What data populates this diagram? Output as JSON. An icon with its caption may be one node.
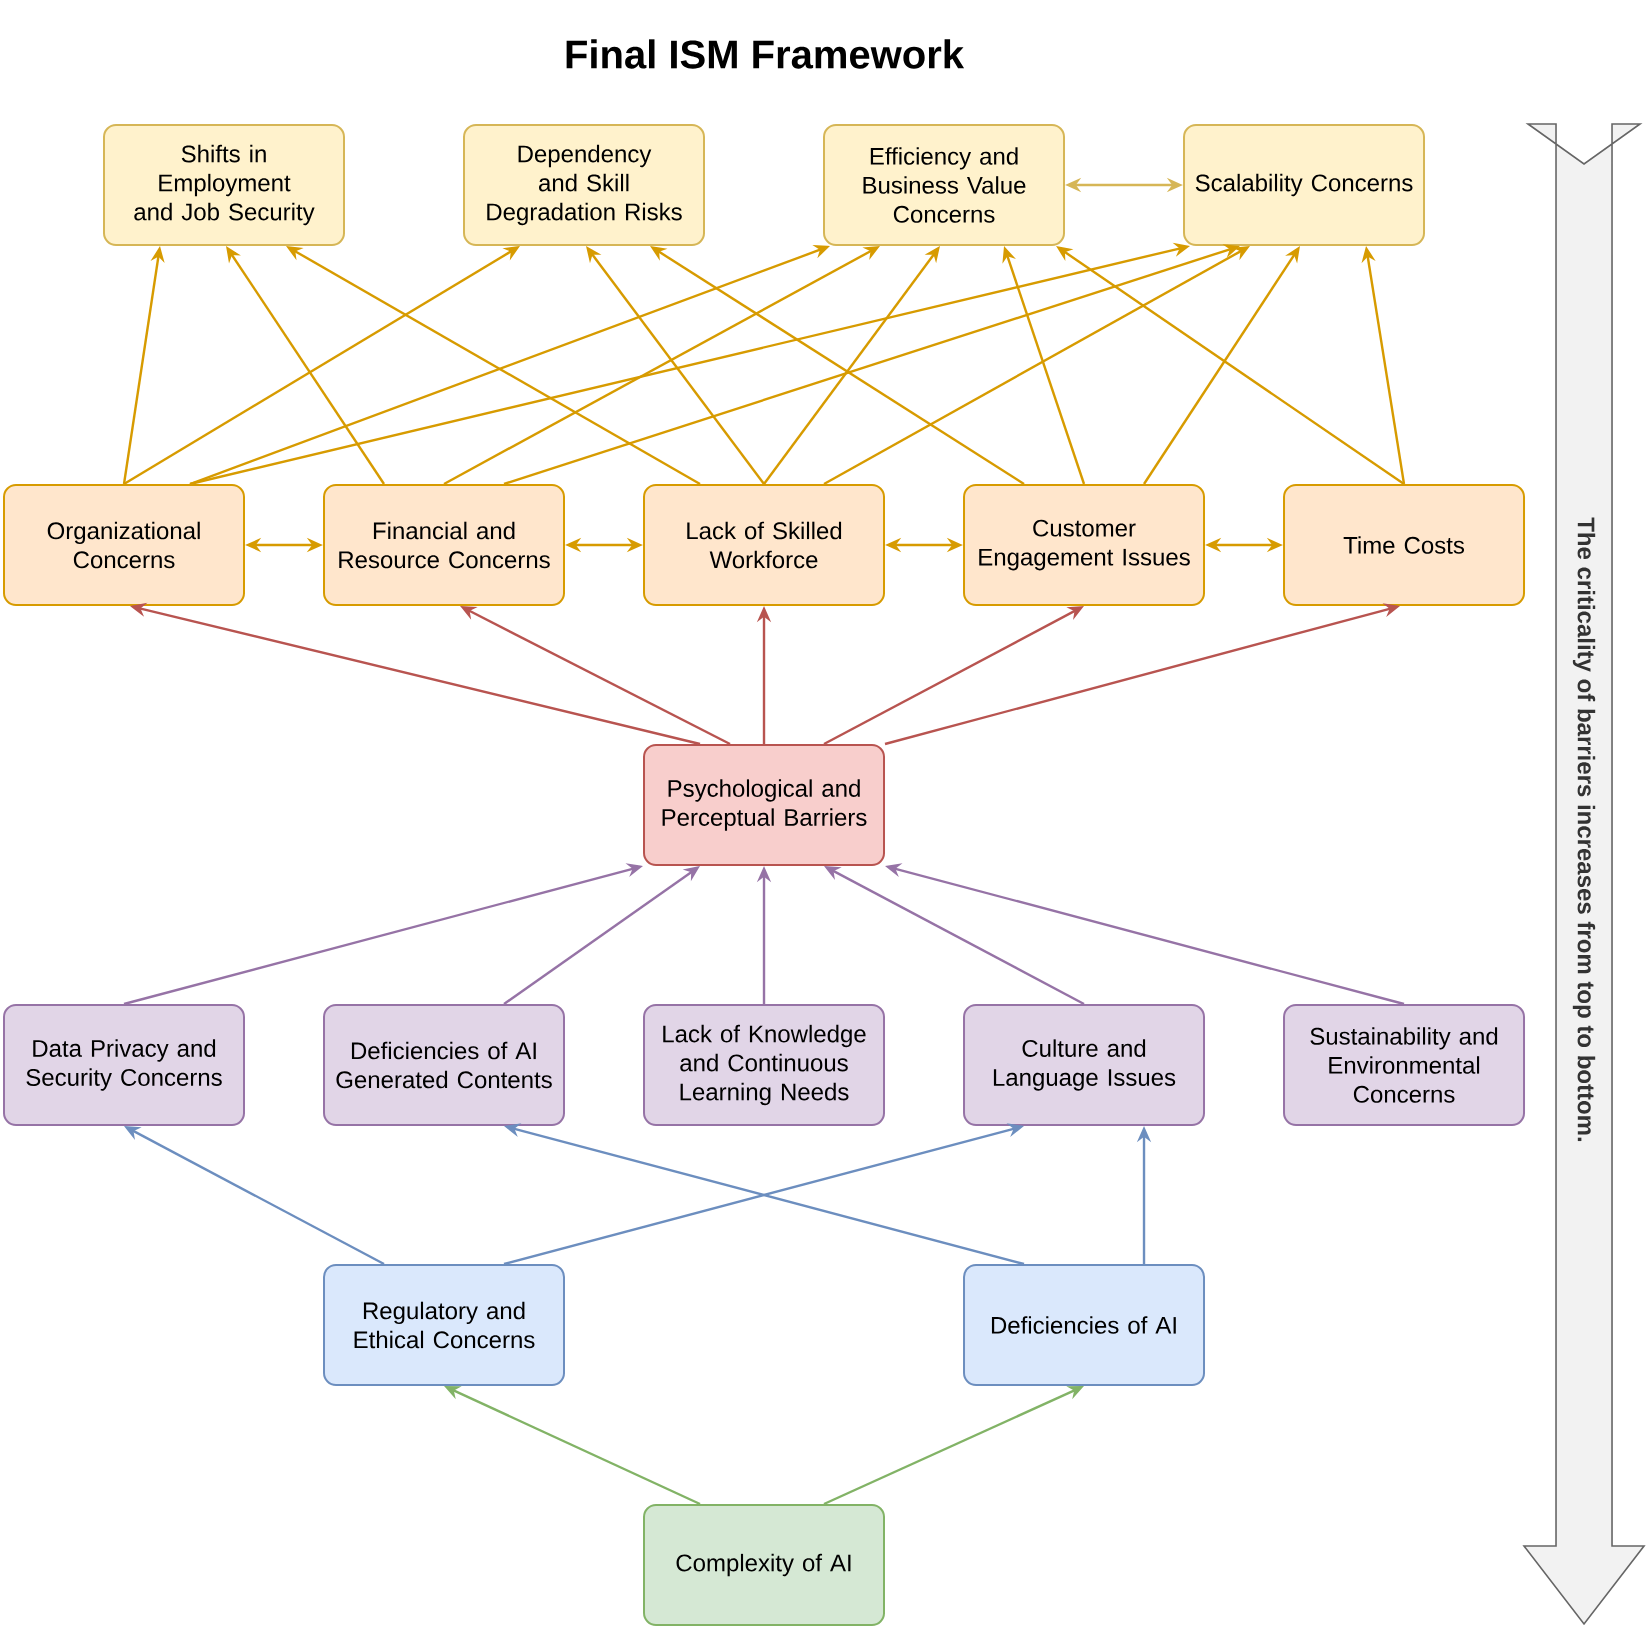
{
  "diagram": {
    "title": "Final ISM Framework",
    "nodes": [
      {
        "text": [
          "Shifts in Employment and Job Security"
        ]
      },
      {
        "text": [
          "Dependency and Skill Degradation Risks"
        ]
      },
      {
        "text": [
          "Efficiency and Business Value Concerns"
        ]
      },
      {
        "text": [
          "Scalability Concerns"
        ]
      },
      {
        "text": [
          "Organizational Concerns"
        ]
      },
      {
        "text": [
          "Financial and Resource Concerns"
        ]
      },
      {
        "text": [
          "Lack of Skilled Workforce"
        ]
      },
      {
        "text": [
          "Customer Engagement Issues"
        ]
      },
      {
        "text": [
          "Time Costs"
        ]
      },
      {
        "text": [
          "Psychological and Perceptual Barriers"
        ]
      },
      {
        "text": [
          "Data Privacy and Security Concerns"
        ]
      },
      {
        "text": [
          "Deficiencies of AI Generated Contents"
        ]
      },
      {
        "text": [
          "Lack of Knowledge and Continuous Learning Needs"
        ]
      },
      {
        "text": [
          "Culture and Language Issues"
        ]
      },
      {
        "text": [
          "Sustainability and Environmental Concerns"
        ]
      },
      {
        "text": [
          "Regulatory and Ethical Concerns"
        ]
      },
      {
        "text": [
          "Deficiencies of AI"
        ]
      },
      {
        "text": [
          "Complexity of AI"
        ]
      }
    ],
    "edges": [
      {
        "from": 4,
        "to": 0,
        "arrow": "to"
      },
      {
        "from": 4,
        "to": 1,
        "arrow": "to"
      },
      {
        "from": 4,
        "to": 2,
        "arrow": "to"
      },
      {
        "from": 4,
        "to": 3,
        "arrow": "to"
      },
      {
        "from": 5,
        "to": 0,
        "arrow": "to"
      },
      {
        "from": 5,
        "to": 2,
        "arrow": "to"
      },
      {
        "from": 5,
        "to": 3,
        "arrow": "to"
      },
      {
        "from": 6,
        "to": 0,
        "arrow": "to"
      },
      {
        "from": 6,
        "to": 1,
        "arrow": "to"
      },
      {
        "from": 6,
        "to": 2,
        "arrow": "to"
      },
      {
        "from": 6,
        "to": 3,
        "arrow": "to"
      },
      {
        "from": 7,
        "to": 1,
        "arrow": "to"
      },
      {
        "from": 7,
        "to": 2,
        "arrow": "to"
      },
      {
        "from": 7,
        "to": 3,
        "arrow": "to"
      },
      {
        "from": 8,
        "to": 2,
        "arrow": "to"
      },
      {
        "from": 8,
        "to": 3,
        "arrow": "to"
      },
      {
        "from": 2,
        "to": 3,
        "arrow": "both",
        "color": "#d6b656"
      },
      {
        "from": 4,
        "to": 5,
        "arrow": "both"
      },
      {
        "from": 5,
        "to": 6,
        "arrow": "both"
      },
      {
        "from": 6,
        "to": 7,
        "arrow": "both"
      },
      {
        "from": 7,
        "to": 8,
        "arrow": "both"
      },
      {
        "from": 9,
        "to": 4,
        "arrow": "to",
        "color": "#b85450"
      },
      {
        "from": 9,
        "to": 5,
        "arrow": "to",
        "color": "#b85450"
      },
      {
        "from": 9,
        "to": 6,
        "arrow": "to",
        "color": "#b85450"
      },
      {
        "from": 9,
        "to": 7,
        "arrow": "to",
        "color": "#b85450"
      },
      {
        "from": 9,
        "to": 8,
        "arrow": "to",
        "color": "#b85450"
      },
      {
        "from": 10,
        "to": 9,
        "arrow": "to",
        "color": "#9673a6"
      },
      {
        "from": 11,
        "to": 9,
        "arrow": "to",
        "color": "#9673a6"
      },
      {
        "from": 12,
        "to": 9,
        "arrow": "to",
        "color": "#9673a6"
      },
      {
        "from": 13,
        "to": 9,
        "arrow": "to",
        "color": "#9673a6"
      },
      {
        "from": 14,
        "to": 9,
        "arrow": "to",
        "color": "#9673a6"
      },
      {
        "from": 15,
        "to": 10,
        "arrow": "to",
        "color": "#6c8ebf"
      },
      {
        "from": 15,
        "to": 13,
        "arrow": "to",
        "color": "#6c8ebf"
      },
      {
        "from": 16,
        "to": 11,
        "arrow": "to",
        "color": "#6c8ebf"
      },
      {
        "from": 16,
        "to": 13,
        "arrow": "to",
        "color": "#6c8ebf"
      },
      {
        "from": 17,
        "to": 15,
        "arrow": "to",
        "color": "#82b366"
      },
      {
        "from": 17,
        "to": 16,
        "arrow": "to",
        "color": "#82b366"
      }
    ],
    "labels": [
      "The criticality of barriers increases from top to bottom."
    ]
  }
}
